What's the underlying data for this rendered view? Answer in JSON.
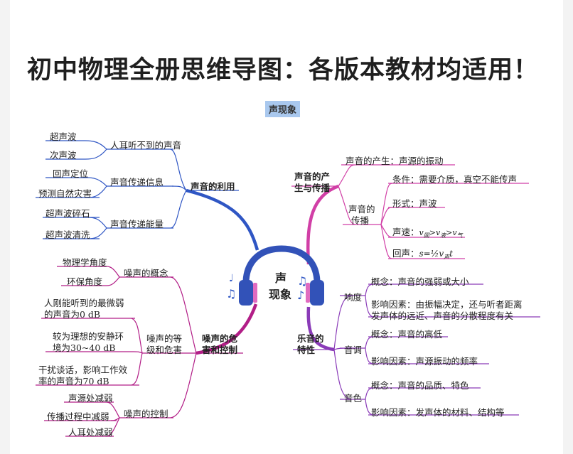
{
  "title": "初中物理全册思维导图：各版本教材均适用！",
  "subtitle": "声现象",
  "center": {
    "line1": "声",
    "line2": "现象"
  },
  "colors": {
    "blue": "#2f56c4",
    "pink": "#d13fa6",
    "magenta": "#b21e87",
    "violet": "#8a3bb8",
    "band": "#3252b8"
  },
  "left_top": {
    "branch": "声音的利用",
    "groups": [
      {
        "label": "人耳听不到的声音",
        "items": [
          "超声波",
          "次声波"
        ]
      },
      {
        "label": "声音传递信息",
        "items": [
          "回声定位",
          "预测自然灾害"
        ]
      },
      {
        "label": "声音传递能量",
        "items": [
          "超声波碎石",
          "超声波清洗"
        ]
      }
    ]
  },
  "left_bottom": {
    "branch_l1": "噪声的危",
    "branch_l2": "害和控制",
    "concept": {
      "label": "噪声的概念",
      "items": [
        "物理学角度",
        "环保角度"
      ]
    },
    "level": {
      "label_l1": "噪声的等",
      "label_l2": "级和危害",
      "items": [
        {
          "l1": "人刚能听到的最微弱",
          "l2": "的声音为0 dB"
        },
        {
          "l1": "较为理想的安静环",
          "l2": "境为30~40 dB"
        },
        {
          "l1": "干扰谈话，影响工作效",
          "l2": "率的声音为70 dB"
        }
      ]
    },
    "control": {
      "label": "噪声的控制",
      "items": [
        "声源处减弱",
        "传播过程中减弱",
        "人耳处减弱"
      ]
    }
  },
  "right_top": {
    "branch_l1": "声音的产",
    "branch_l2": "生与传播",
    "production": "声音的产生：声源的振动",
    "spread": {
      "label_l1": "声音的",
      "label_l2": "传播",
      "items": {
        "condition": "条件：需要介质，真空不能传声",
        "form": "形式：声波",
        "speed": "声速：",
        "echo": "回声："
      }
    }
  },
  "right_bottom": {
    "branch_l1": "乐音的",
    "branch_l2": "特性",
    "loudness": {
      "label": "响度",
      "concept": "概念：声音的强弱或大小",
      "factor_l1": "影响因素：由振幅决定，还与听者距离",
      "factor_l2": "发声体的远近、声音的分散程度有关"
    },
    "pitch": {
      "label": "音调",
      "concept": "概念：声音的高低",
      "factor": "影响因素：声源振动的频率"
    },
    "timbre": {
      "label": "音色",
      "concept": "概念：声音的品质、特色",
      "factor": "影响因素：发声体的材料、结构等"
    }
  }
}
